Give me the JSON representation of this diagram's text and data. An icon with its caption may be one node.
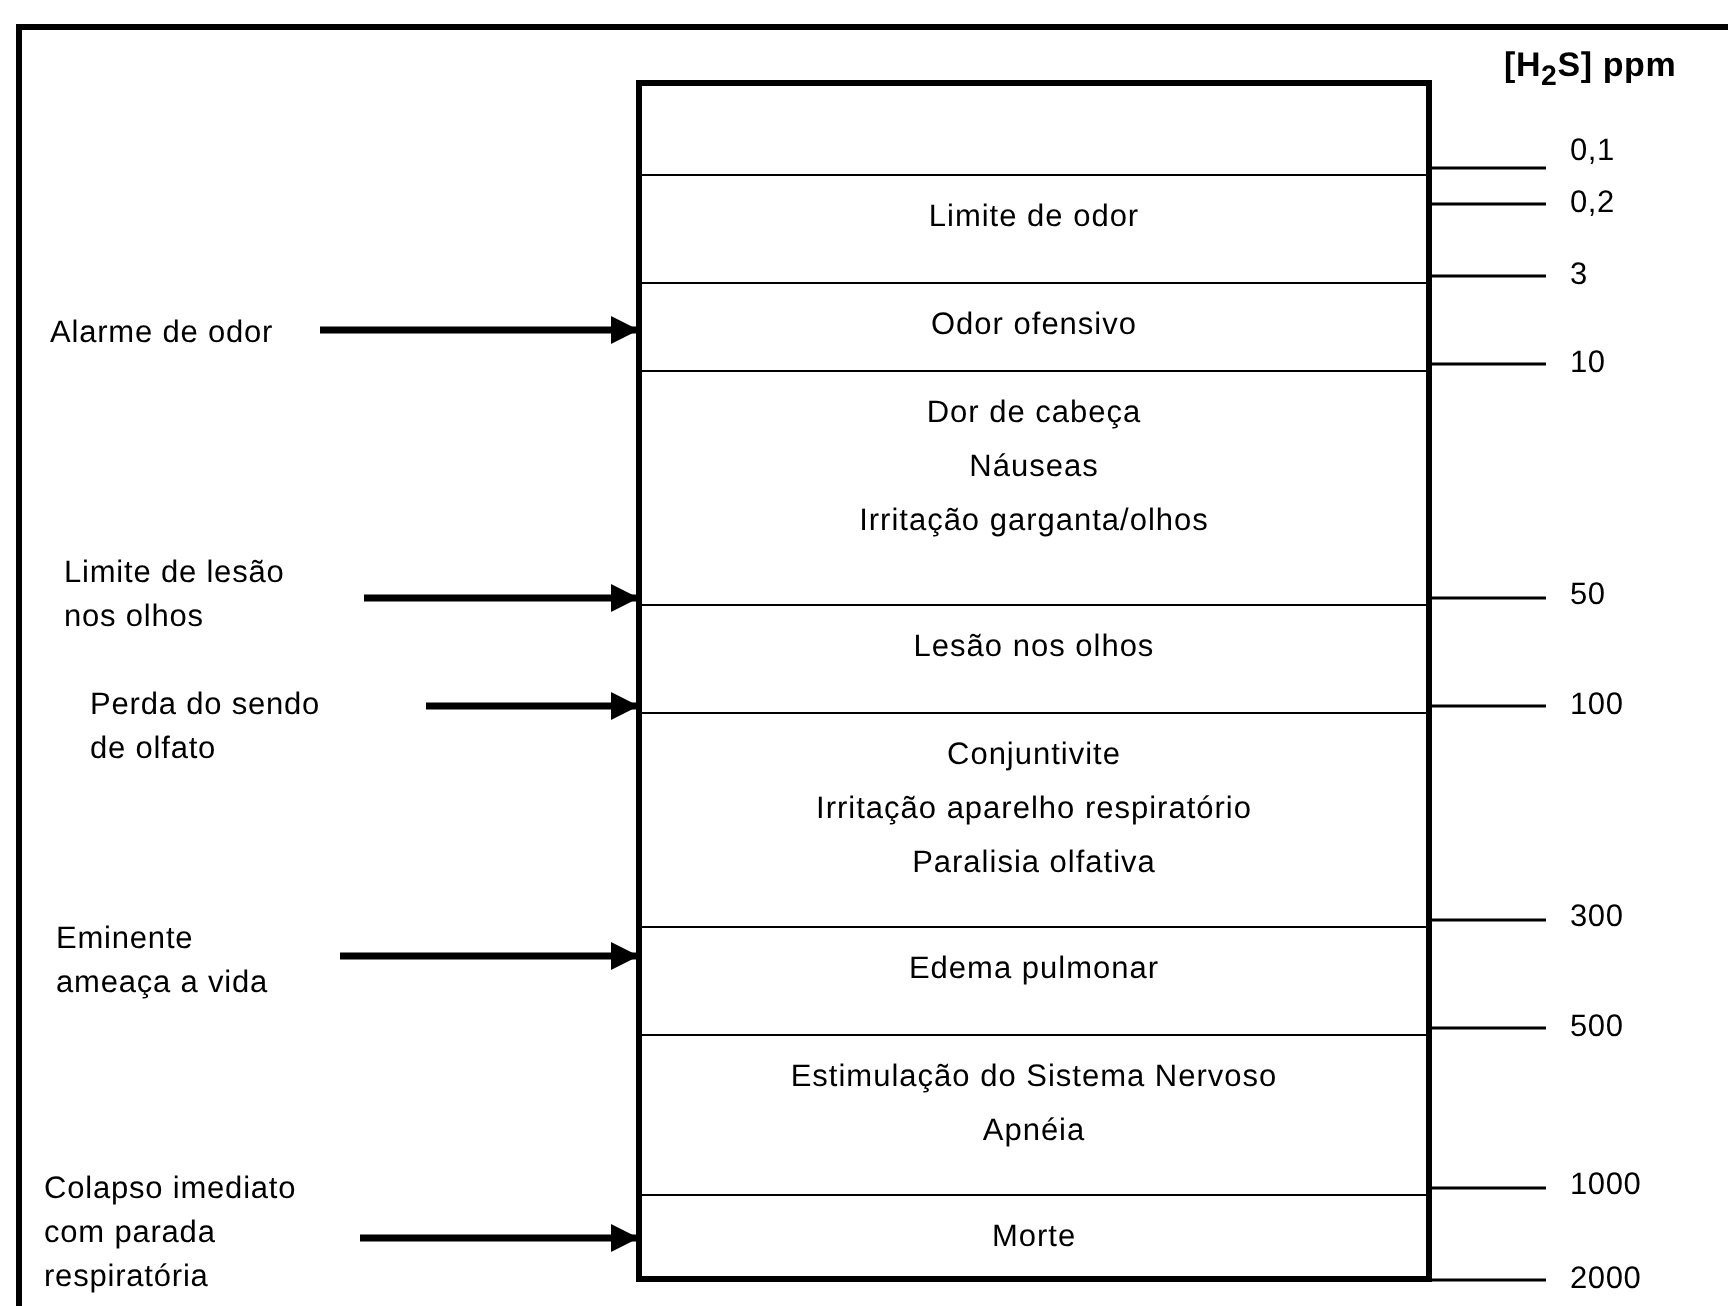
{
  "diagram": {
    "nodes": [
      {
        "text": [],
        "shape": "box"
      },
      {
        "text": [
          "Limite de odor"
        ],
        "in": 0
      },
      {
        "text": [
          "Odor ofensivo"
        ],
        "in": 0
      },
      {
        "text": [
          "Dor de cabeça",
          "Náuseas",
          "Irritação garganta/olhos"
        ],
        "in": 0
      },
      {
        "text": [
          "Lesão nos olhos"
        ],
        "in": 0
      },
      {
        "text": [
          "Conjuntivite",
          "Irritação aparelho respiratório",
          "Paralisia olfativa"
        ],
        "in": 0
      },
      {
        "text": [
          "Edema pulmonar"
        ],
        "in": 0
      },
      {
        "text": [
          "Estimulação do Sistema Nervoso",
          "Apnéia"
        ],
        "in": 0
      },
      {
        "text": [
          "Morte"
        ],
        "in": 0
      },
      {
        "text": [
          "Alarme de odor"
        ]
      },
      {
        "text": [
          "Limite de lesão nos olhos"
        ]
      },
      {
        "text": [
          "Perda do sendo de olfato"
        ]
      },
      {
        "text": [
          "Eminente ameaça a vida"
        ]
      },
      {
        "text": [
          "Colapso imediato com parada respiratória"
        ]
      }
    ],
    "edges": [
      {
        "from": 9,
        "to": 0,
        "arrow": "to"
      },
      {
        "from": 10,
        "to": 0,
        "arrow": "to"
      },
      {
        "from": 11,
        "to": 0,
        "arrow": "to"
      },
      {
        "from": 12,
        "to": 0,
        "arrow": "to"
      },
      {
        "from": 13,
        "to": 0,
        "arrow": "to"
      }
    ],
    "labels": [
      "[H$_{2}$S] ppm",
      "0,1",
      "0,2",
      "3",
      "10",
      "50",
      "100",
      "300",
      "500",
      "1000",
      "2000"
    ]
  }
}
